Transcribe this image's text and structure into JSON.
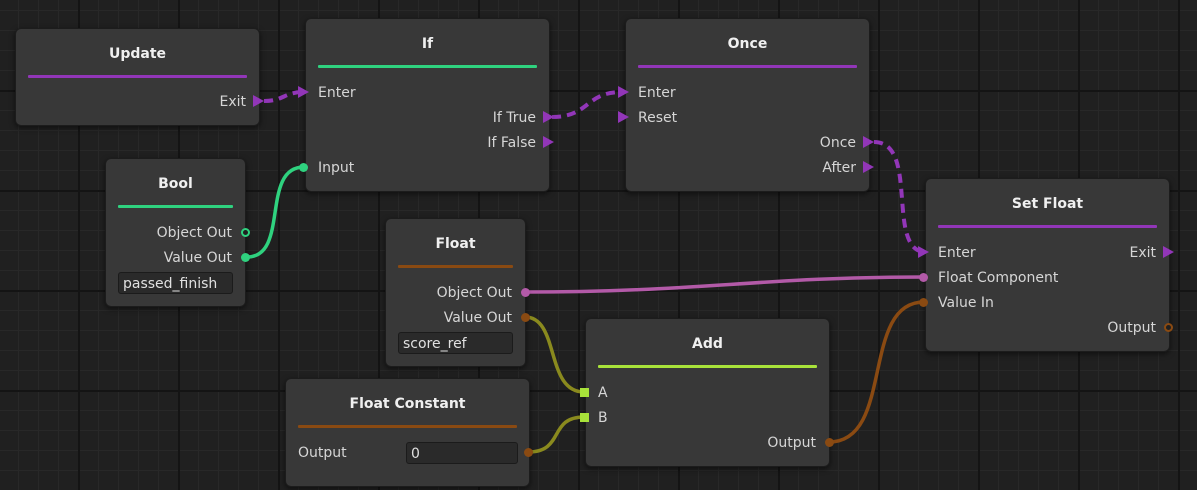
{
  "colors": {
    "flow": "#9236b8",
    "bool": "#2fd27f",
    "float": "#8a4a12",
    "object": "#b35aa8",
    "add": "#a8e23a"
  },
  "nodes": {
    "update": {
      "title": "Update",
      "exit": "Exit"
    },
    "if_node": {
      "title": "If",
      "enter": "Enter",
      "if_true": "If True",
      "if_false": "If False",
      "input": "Input"
    },
    "once": {
      "title": "Once",
      "enter": "Enter",
      "reset": "Reset",
      "once_out": "Once",
      "after": "After"
    },
    "bool": {
      "title": "Bool",
      "object_out": "Object Out",
      "value_out": "Value Out",
      "field_value": "passed_finish"
    },
    "float_node": {
      "title": "Float",
      "object_out": "Object Out",
      "value_out": "Value Out",
      "field_value": "score_ref"
    },
    "float_constant": {
      "title": "Float Constant",
      "output": "Output",
      "field_value": "0"
    },
    "add": {
      "title": "Add",
      "a": "A",
      "b": "B",
      "output": "Output"
    },
    "set_float": {
      "title": "Set Float",
      "enter": "Enter",
      "exit": "Exit",
      "float_component": "Float Component",
      "value_in": "Value In",
      "output": "Output"
    }
  }
}
